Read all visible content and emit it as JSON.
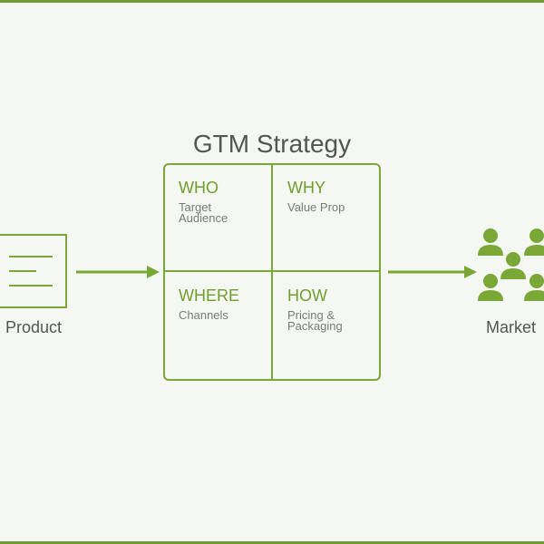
{
  "diagram": {
    "title": "GTM Strategy",
    "quadrants": [
      {
        "title": "WHO",
        "subtitle": "Target Audience"
      },
      {
        "title": "WHY",
        "subtitle": "Value Prop"
      },
      {
        "title": "WHERE",
        "subtitle": "Channels"
      },
      {
        "title": "HOW",
        "subtitle": "Pricing & Packaging"
      }
    ],
    "input_label": "Product",
    "output_label": "Market",
    "icons": {
      "input": "document-icon",
      "output": "people-group-icon"
    },
    "colors": {
      "accent": "#7aa836",
      "text": "#555555",
      "subtext": "#7a7a7a",
      "background": "#f5f7f2"
    }
  }
}
